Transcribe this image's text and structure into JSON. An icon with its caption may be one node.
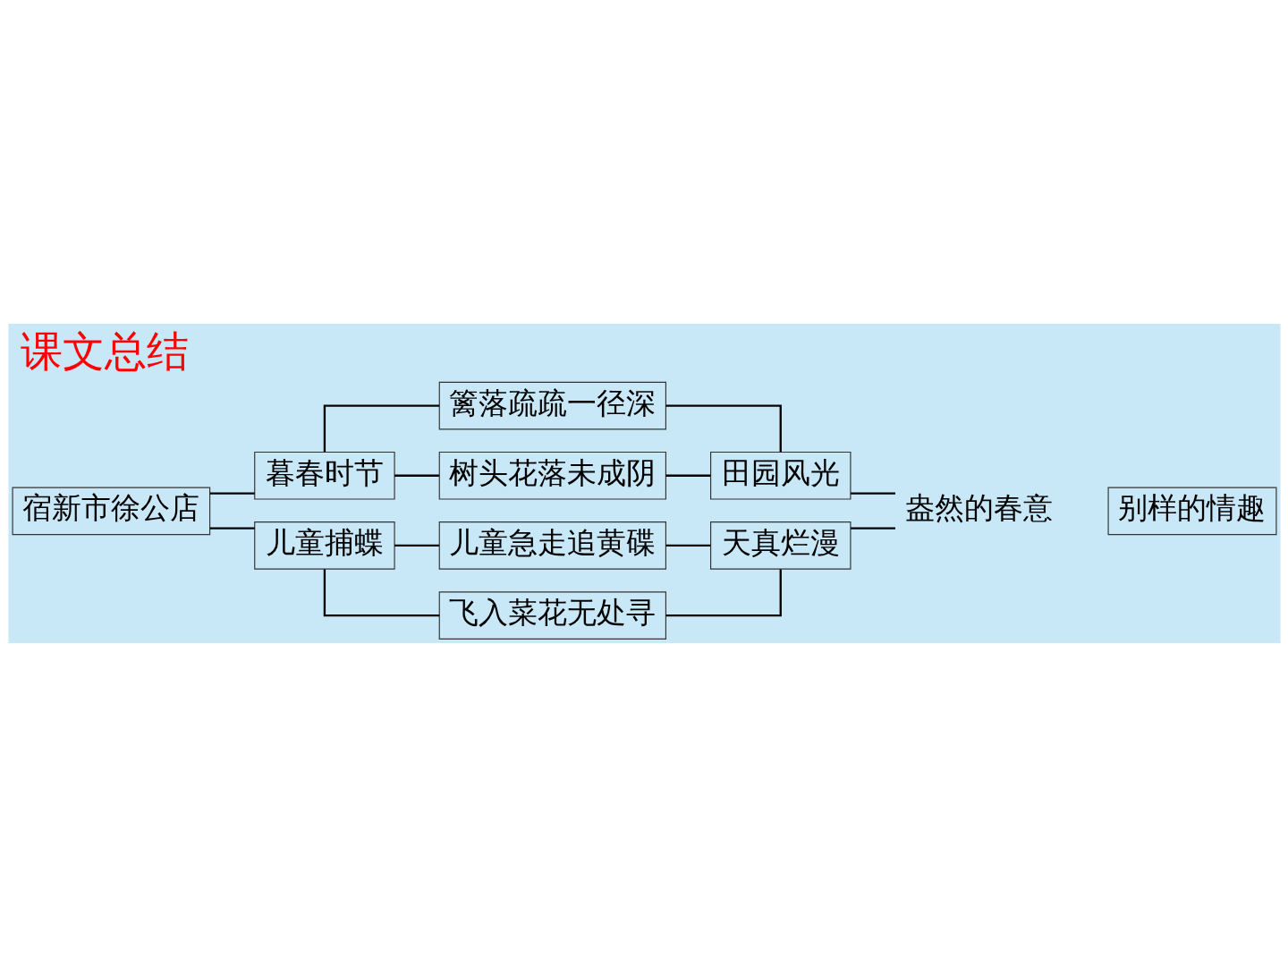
{
  "diagram": {
    "title": "课文总结",
    "nodes": [
      {
        "text": [
          "宿新市徐公店"
        ]
      },
      {
        "text": [
          "暮春时节"
        ]
      },
      {
        "text": [
          "儿童捕蝶"
        ]
      },
      {
        "text": [
          "篱落疏疏一径深"
        ]
      },
      {
        "text": [
          "树头花落未成阴"
        ]
      },
      {
        "text": [
          "儿童急走追黄碟"
        ]
      },
      {
        "text": [
          "飞入菜花无处寻"
        ]
      },
      {
        "text": [
          "田园风光"
        ]
      },
      {
        "text": [
          "天真烂漫"
        ]
      },
      {
        "text": [
          "盎然的春意"
        ]
      },
      {
        "text": [
          "别样的情趣"
        ]
      }
    ],
    "edges": [
      {
        "from": 0,
        "to": 1,
        "arrow": "none"
      },
      {
        "from": 0,
        "to": 2,
        "arrow": "none"
      },
      {
        "from": 1,
        "to": 3,
        "arrow": "none"
      },
      {
        "from": 1,
        "to": 4,
        "arrow": "none"
      },
      {
        "from": 2,
        "to": 5,
        "arrow": "none"
      },
      {
        "from": 2,
        "to": 6,
        "arrow": "none"
      },
      {
        "from": 3,
        "to": 7,
        "arrow": "none"
      },
      {
        "from": 4,
        "to": 7,
        "arrow": "none"
      },
      {
        "from": 5,
        "to": 8,
        "arrow": "none"
      },
      {
        "from": 6,
        "to": 8,
        "arrow": "none"
      },
      {
        "from": 7,
        "to": 9,
        "arrow": "none"
      },
      {
        "from": 8,
        "to": 9,
        "arrow": "none"
      }
    ]
  }
}
